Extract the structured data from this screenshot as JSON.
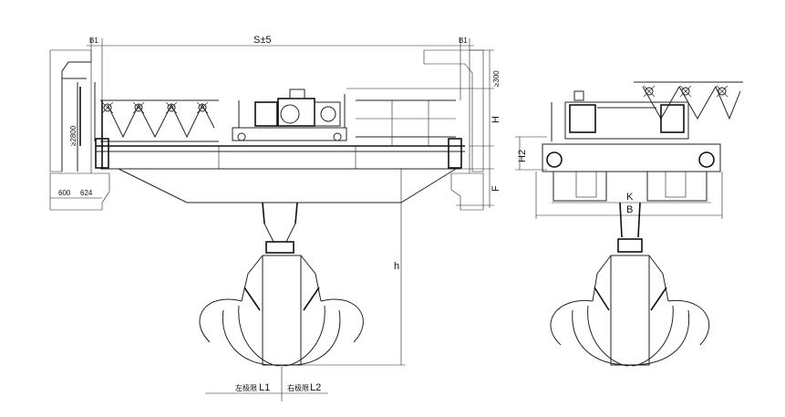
{
  "drawing": {
    "title": "Double girder grab bridge crane – general arrangement",
    "dimensions": {
      "b1_left": "B1",
      "span": "S±5",
      "b1_right": "B1",
      "top_clearance": "≥300",
      "side_clearance": "≥2800",
      "height_h": "H",
      "height_f": "F",
      "height_h2": "H2",
      "rail_offset_a": "600",
      "rail_offset_b": "624",
      "lift_height": "h",
      "wheel_gauge": "K",
      "width_b": "B",
      "limit_left_label": "左极限",
      "limit_left": "L1",
      "limit_right_label": "右极限",
      "limit_right": "L2"
    }
  }
}
